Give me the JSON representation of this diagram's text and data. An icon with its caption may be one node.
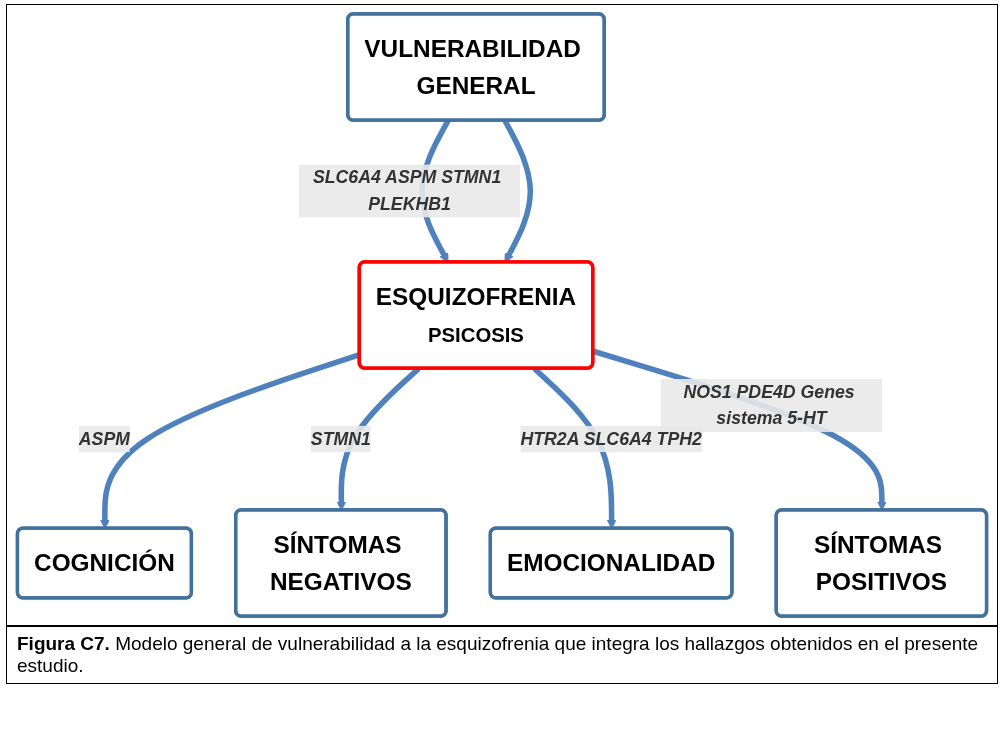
{
  "diagram": {
    "caption": "**Figura C7.** Modelo general de vulnerabilidad a la esquizofrenia que integra los hallazgos obtenidos en el presente estudio.",
    "nodes": [
      {
        "text": [
          "VULNERABILIDAD GENERAL"
        ]
      },
      {
        "text": [
          "ESQUIZOFRENIA",
          "PSICOSIS"
        ]
      },
      {
        "text": [
          "COGNICIÓN"
        ]
      },
      {
        "text": [
          "SÍNTOMAS NEGATIVOS"
        ]
      },
      {
        "text": [
          "EMOCIONALIDAD"
        ]
      },
      {
        "text": [
          "SÍNTOMAS POSITIVOS"
        ]
      }
    ],
    "edges": [
      {
        "from": 0,
        "to": 1,
        "arrow": "to",
        "label": "SLC6A4 ASPM STMN1 PLEKHB1"
      },
      {
        "from": 0,
        "to": 1,
        "arrow": "to"
      },
      {
        "from": 1,
        "to": 2,
        "arrow": "to",
        "label": "ASPM"
      },
      {
        "from": 1,
        "to": 3,
        "arrow": "to",
        "label": "STMN1"
      },
      {
        "from": 1,
        "to": 4,
        "arrow": "to",
        "label": "HTR2A SLC6A4 TPH2"
      },
      {
        "from": 1,
        "to": 5,
        "arrow": "to",
        "label": "NOS1 PDE4D Genes sistema 5-HT"
      }
    ]
  }
}
